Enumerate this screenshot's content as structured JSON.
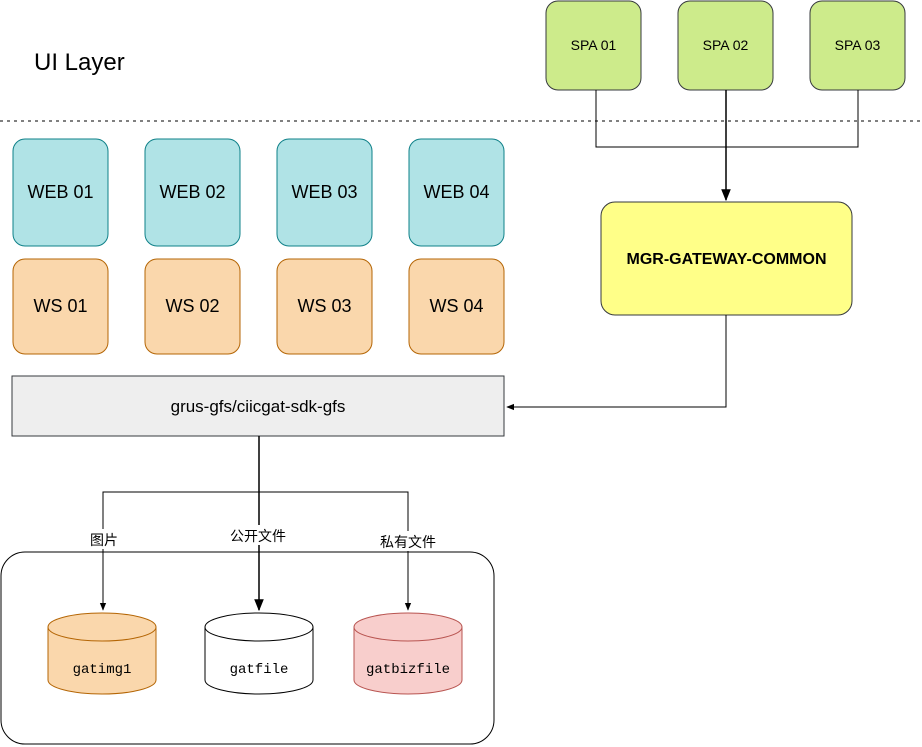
{
  "layer_label": "UI Layer",
  "spa_nodes": [
    "SPA 01",
    "SPA 02",
    "SPA 03"
  ],
  "gateway": "MGR-GATEWAY-COMMON",
  "web_nodes": [
    "WEB 01",
    "WEB 02",
    "WEB 03",
    "WEB 04"
  ],
  "ws_nodes": [
    "WS 01",
    "WS 02",
    "WS 03",
    "WS 04"
  ],
  "sdk": "grus-gfs/ciicgat-sdk-gfs",
  "edge_labels": [
    "图片",
    "公开文件",
    "私有文件"
  ],
  "storages": [
    {
      "name": "gatimg1",
      "fill": "#fad7ac",
      "stroke": "#b46504"
    },
    {
      "name": "gatfile",
      "fill": "#ffffff",
      "stroke": "#000000"
    },
    {
      "name": "gatbizfile",
      "fill": "#f8cecc",
      "stroke": "#b85450"
    }
  ],
  "colors": {
    "spa_fill": "#cdeb8b",
    "spa_stroke": "#36393d",
    "web_fill": "#b0e3e6",
    "web_stroke": "#0e8088",
    "ws_fill": "#fad7ac",
    "ws_stroke": "#b46504",
    "gateway_fill": "#ffff88",
    "gateway_stroke": "#36393d",
    "sdk_fill": "#eeeeee",
    "sdk_stroke": "#36393d"
  }
}
